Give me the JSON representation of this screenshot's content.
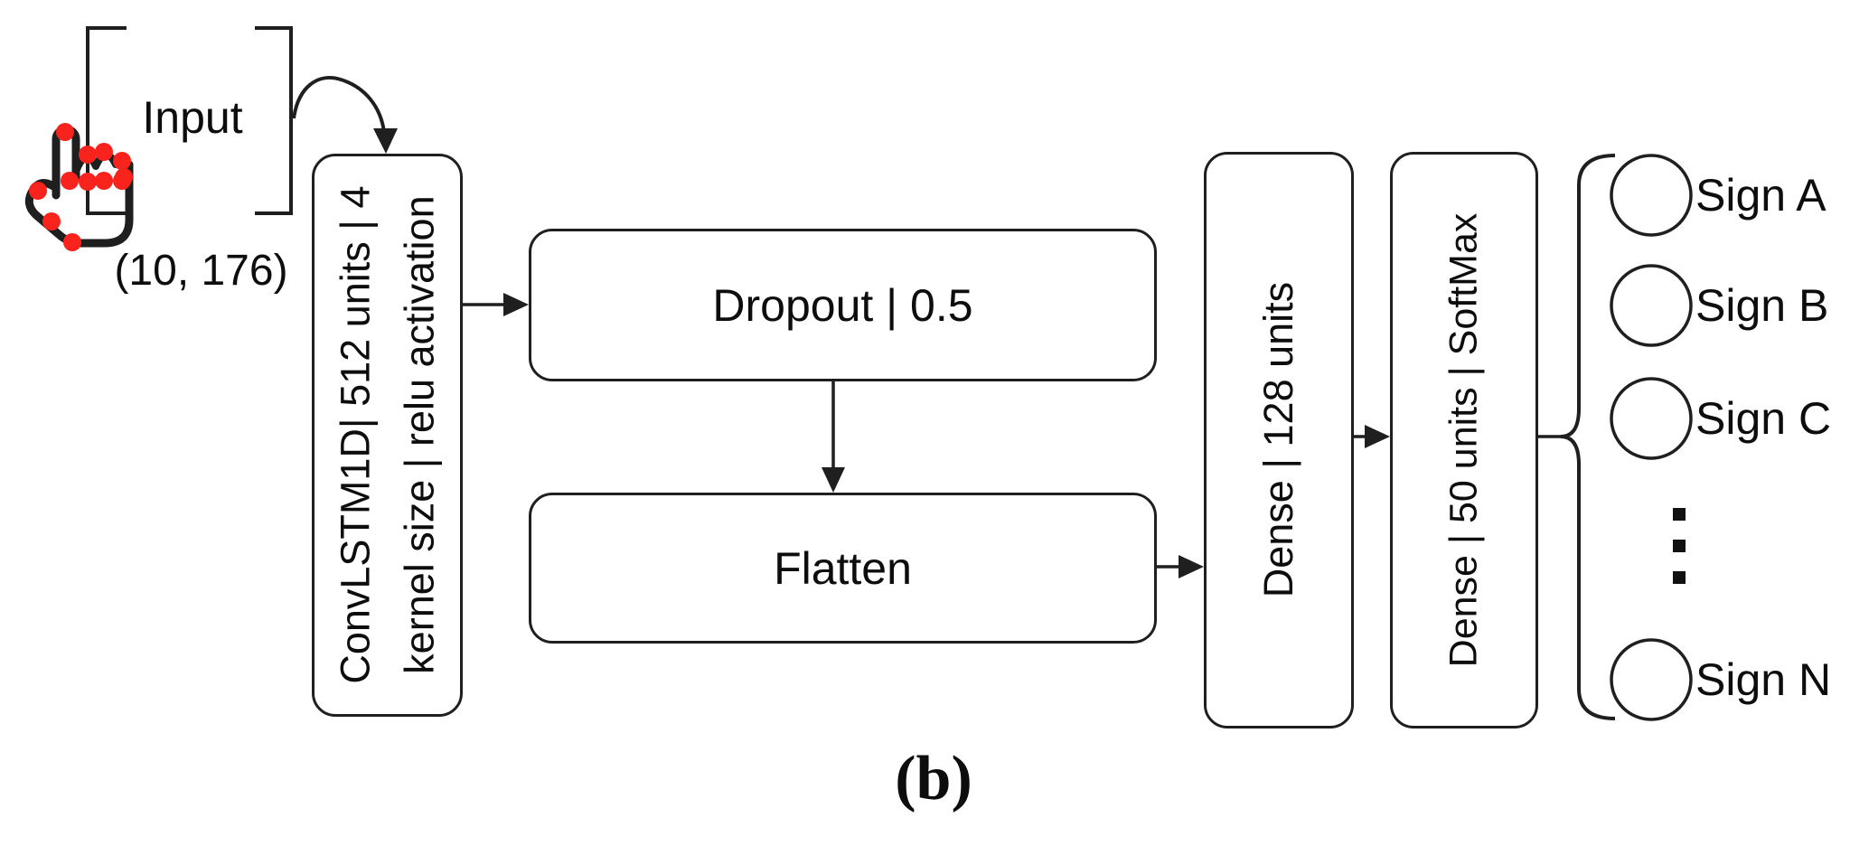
{
  "diagram": {
    "caption": "(b)",
    "input": {
      "label": "Input",
      "shape": "(10, 176)"
    },
    "layers": {
      "convlstm": {
        "line1": "ConvLSTM1D| 512 units | 4",
        "line2": "kernel size | relu activation"
      },
      "dropout": {
        "label": "Dropout | 0.5"
      },
      "flatten": {
        "label": "Flatten"
      },
      "dense1": {
        "label": "Dense | 128 units"
      },
      "dense2": {
        "label": "Dense | 50 units | SoftMax"
      }
    },
    "outputs": [
      "Sign A",
      "Sign B",
      "Sign C",
      "Sign N"
    ],
    "icons": {
      "hand": "hand-landmarks-icon",
      "ellipsis": "vertical-ellipsis"
    },
    "colors": {
      "stroke": "#1f1f1f",
      "text": "#0d0d0d",
      "landmark_red": "#f8231d",
      "background": "#ffffff"
    }
  }
}
